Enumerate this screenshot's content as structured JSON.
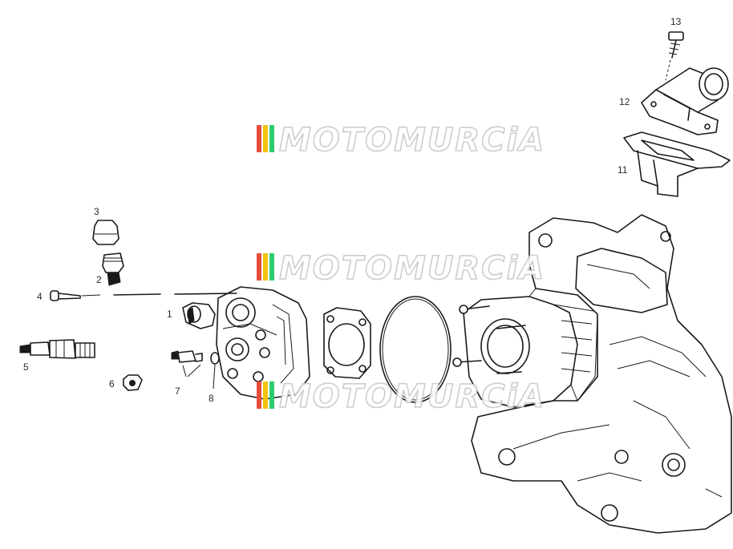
{
  "watermark": {
    "text": "MOTOMURCiA",
    "stripe_colors": [
      "#e74c3c",
      "#f1c40f",
      "#2ecc71"
    ]
  },
  "callouts": {
    "n1": "1",
    "n2": "2",
    "n3": "3",
    "n4": "4",
    "n5": "5",
    "n6": "6",
    "n7": "7",
    "n8": "8",
    "n11": "11",
    "n12": "12",
    "n13": "13"
  },
  "colors": {
    "line": "#1a1a1a",
    "watermark_outline": "#c8c8c8"
  }
}
